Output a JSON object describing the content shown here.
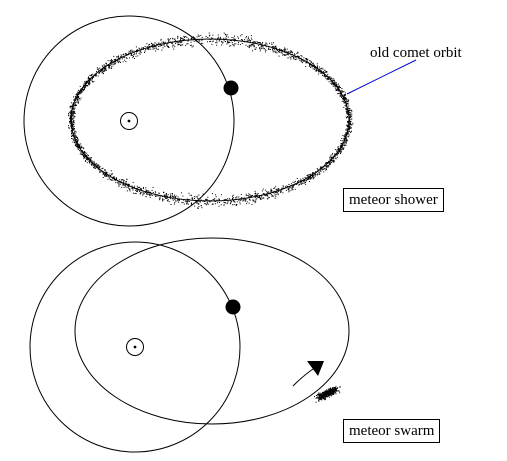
{
  "labels": {
    "orbit_label": "old comet orbit",
    "shower_label": "meteor shower",
    "swarm_label": "meteor swarm"
  },
  "colors": {
    "stroke": "#000000",
    "pointer_line": "#0000cc",
    "background": "#ffffff"
  }
}
